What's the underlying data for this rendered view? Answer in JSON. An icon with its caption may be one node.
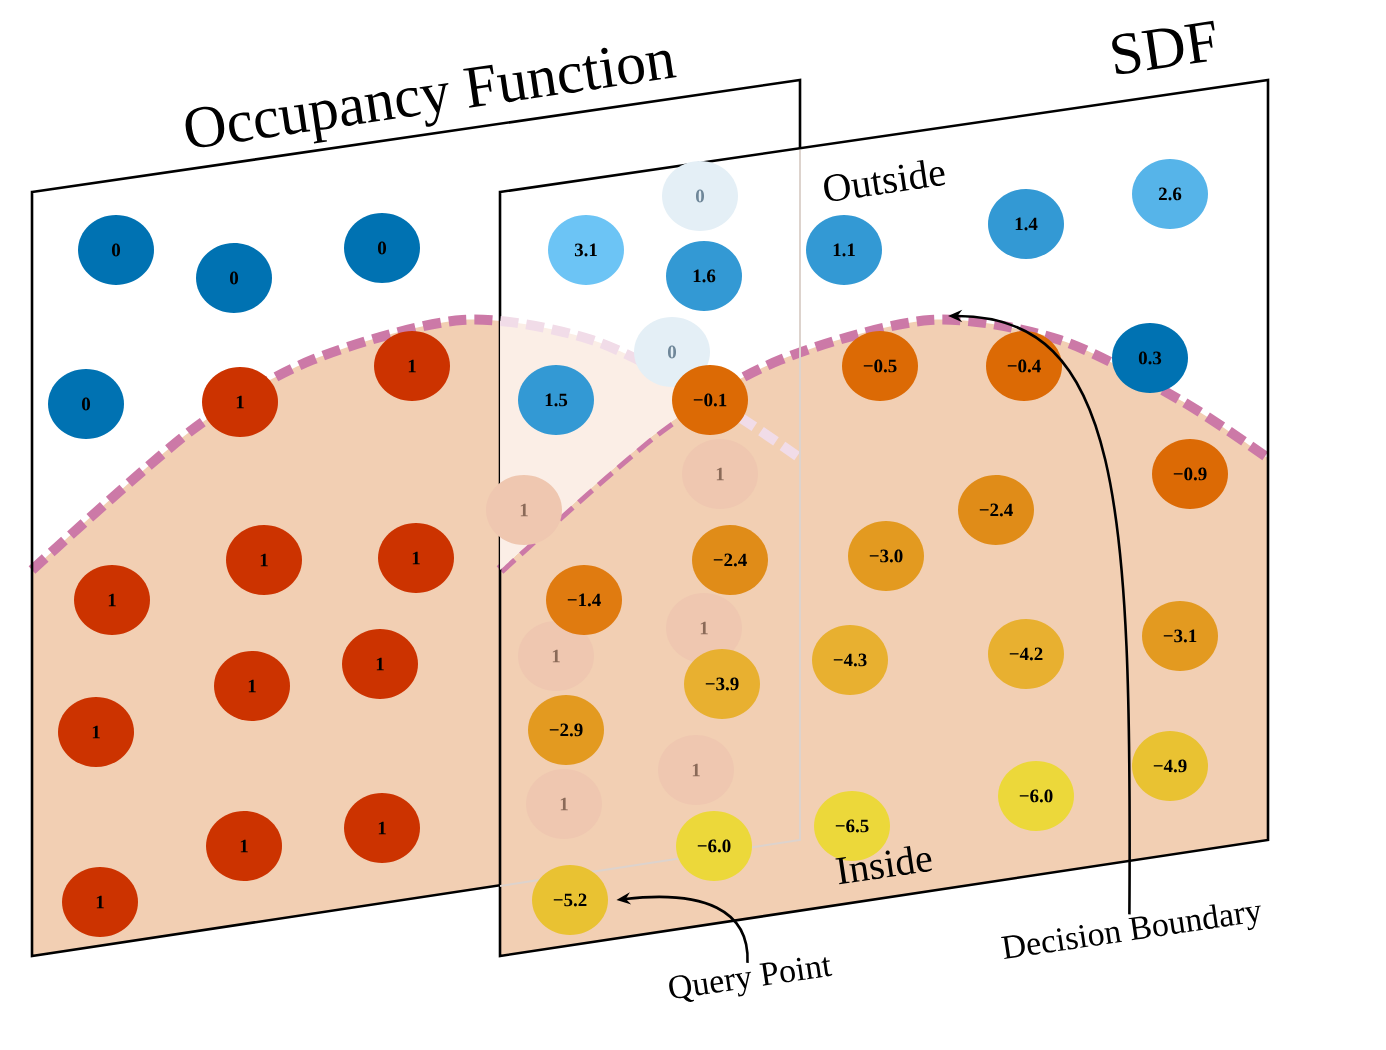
{
  "diagram": {
    "nodes": [
      {
        "text": [
          "Occupancy Function"
        ]
      },
      {
        "text": [
          "0"
        ],
        "in": 0
      },
      {
        "text": [
          "0"
        ],
        "in": 0
      },
      {
        "text": [
          "0"
        ],
        "in": 0
      },
      {
        "text": [
          "0"
        ],
        "in": 0
      },
      {
        "text": [
          "1"
        ],
        "in": 0
      },
      {
        "text": [
          "1"
        ],
        "in": 0
      },
      {
        "text": [
          "1"
        ],
        "in": 0
      },
      {
        "text": [
          "1"
        ],
        "in": 0
      },
      {
        "text": [
          "1"
        ],
        "in": 0
      },
      {
        "text": [
          "1"
        ],
        "in": 0
      },
      {
        "text": [
          "1"
        ],
        "in": 0
      },
      {
        "text": [
          "1"
        ],
        "in": 0
      },
      {
        "text": [
          "1"
        ],
        "in": 0
      },
      {
        "text": [
          "1"
        ],
        "in": 0
      },
      {
        "text": [
          "1"
        ],
        "in": 0
      },
      {
        "text": [
          "0"
        ]
      },
      {
        "text": [
          "0"
        ]
      },
      {
        "text": [
          "1"
        ]
      },
      {
        "text": [
          "1"
        ],
        "in": 0
      },
      {
        "text": [
          "1"
        ]
      },
      {
        "text": [
          "1"
        ]
      },
      {
        "text": [
          "1"
        ]
      },
      {
        "text": [
          "1"
        ]
      },
      {
        "text": [
          "SDF"
        ]
      },
      {
        "text": [
          "3.1"
        ]
      },
      {
        "text": [
          "1.6"
        ]
      },
      {
        "text": [
          "1.1"
        ],
        "in": 24
      },
      {
        "text": [
          "1.4"
        ],
        "in": 24
      },
      {
        "text": [
          "2.6"
        ],
        "in": 24
      },
      {
        "text": [
          "1.5"
        ]
      },
      {
        "text": [
          "−0.1"
        ]
      },
      {
        "text": [
          "−0.5"
        ],
        "in": 24
      },
      {
        "text": [
          "−0.4"
        ],
        "in": 24
      },
      {
        "text": [
          "0.3"
        ],
        "in": 24
      },
      {
        "text": [
          "−0.9"
        ],
        "in": 24
      },
      {
        "text": [
          "−2.4"
        ]
      },
      {
        "text": [
          "−2.4"
        ],
        "in": 24
      },
      {
        "text": [
          "−3.0"
        ],
        "in": 24
      },
      {
        "text": [
          "−1.4"
        ]
      },
      {
        "text": [
          "−3.9"
        ]
      },
      {
        "text": [
          "−4.3"
        ],
        "in": 24
      },
      {
        "text": [
          "−4.2"
        ],
        "in": 24
      },
      {
        "text": [
          "−3.1"
        ],
        "in": 24
      },
      {
        "text": [
          "−2.9"
        ]
      },
      {
        "text": [
          "−4.9"
        ],
        "in": 24
      },
      {
        "text": [
          "−6.0"
        ]
      },
      {
        "text": [
          "−6.0"
        ],
        "in": 24
      },
      {
        "text": [
          "−6.5"
        ],
        "in": 24
      },
      {
        "text": [
          "−5.2"
        ],
        "in": 24
      },
      {
        "text": [
          "Query Point"
        ]
      },
      {
        "text": [
          "Decision Boundary"
        ]
      }
    ],
    "edges": [
      {
        "from": 50,
        "to": 49,
        "arrow": "to"
      },
      {
        "from": 51,
        "to": null,
        "arrow": "to"
      }
    ],
    "labels": [
      "Outside",
      "Inside"
    ]
  }
}
